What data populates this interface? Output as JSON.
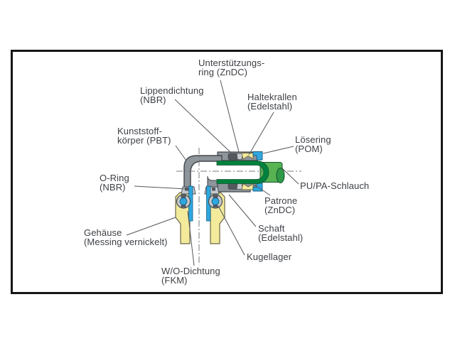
{
  "figure": {
    "kind": "cutaway-diagram-push-in-elbow-fitting"
  },
  "labels": {
    "unterstuetzungsring": {
      "line1": "Unterstützungs-",
      "line2": "ring (ZnDC)"
    },
    "lippendichtung": {
      "line1": "Lippendichtung",
      "line2": "(NBR)"
    },
    "haltekrallen": {
      "line1": "Haltekrallen",
      "line2": "(Edelstahl)"
    },
    "kunststoffkoerper": {
      "line1": "Kunststoff-",
      "line2": "körper (PBT)"
    },
    "loesering": {
      "line1": "Lösering",
      "line2": "(POM)"
    },
    "oring": {
      "line1": "O-Ring",
      "line2": "(NBR)"
    },
    "pupa_schlauch": {
      "line1": "PU/PA-Schlauch"
    },
    "patrone": {
      "line1": "Patrone",
      "line2": "(ZnDC)"
    },
    "gehaeuse": {
      "line1": "Gehäuse",
      "line2": "(Messing vernickelt)"
    },
    "schaft": {
      "line1": "Schaft",
      "line2": "(Edelstahl)"
    },
    "kugellager": {
      "line1": "Kugellager"
    },
    "wo_dichtung": {
      "line1": "W/O-Dichtung",
      "line2": "(FKM)"
    }
  },
  "colors": {
    "background": "#ffffff",
    "frame": "#161616",
    "text": "#3d4045",
    "leader": "#53575c",
    "centerline": "#75797d",
    "body-gray": "#8e959b",
    "body-outline": "#43484e",
    "seal-dark": "#55595e",
    "race-light": "#c6cacd",
    "brass": "#f3eb9b",
    "brass-outline": "#6a6547",
    "blue": "#2fa7de",
    "blue-outline": "#1b5f82",
    "tube-dark-green": "#00823f",
    "tube-light-green": "#58b353",
    "tube-end-green": "#2f9948",
    "green-outline": "#14532d"
  }
}
